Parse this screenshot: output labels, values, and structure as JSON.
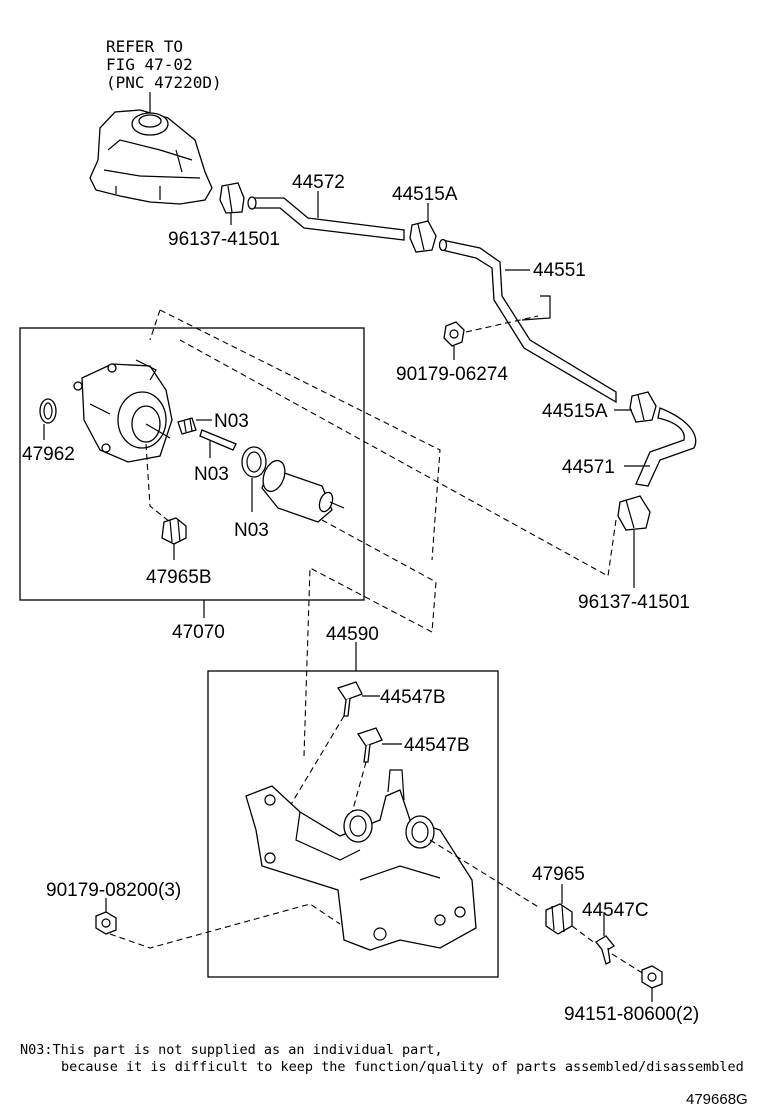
{
  "reference": {
    "line1": "REFER TO",
    "line2": "FIG 47-02",
    "line3": "(PNC 47220D)"
  },
  "parts": {
    "p44572": "44572",
    "p44515A_top": "44515A",
    "p96137_top": "96137-41501",
    "p44551": "44551",
    "p90179_06274": "90179-06274",
    "p44515A_mid": "44515A",
    "p44571": "44571",
    "p96137_right": "96137-41501",
    "p47962": "47962",
    "p47965B": "47965B",
    "p47070": "47070",
    "p44590": "44590",
    "p44547B_1": "44547B",
    "p44547B_2": "44547B",
    "p90179_08200": "90179-08200(3)",
    "p47965": "47965",
    "p44547C": "44547C",
    "p94151": "94151-80600(2)",
    "n03_a": "N03",
    "n03_b": "N03",
    "n03_c": "N03"
  },
  "note": {
    "line1": "N03:This part is not supplied as an individual part,",
    "line2": "because it is difficult to keep the function/quality of parts assembled/disassembled"
  },
  "catalog_number": "479668G"
}
